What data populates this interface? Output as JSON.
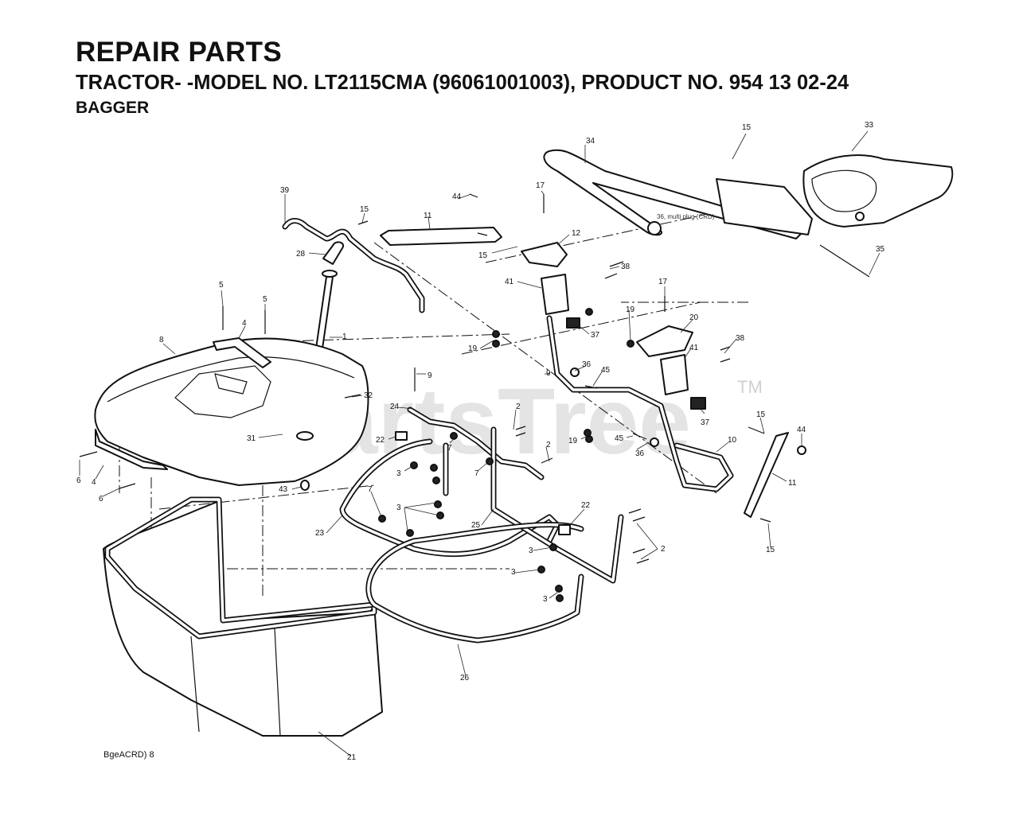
{
  "header": {
    "title": "REPAIR PARTS",
    "subtitle": "TRACTOR- -MODEL NO. LT2115CMA (96061001003), PRODUCT NO. 954 13 02-24",
    "section": "BAGGER"
  },
  "watermark": {
    "text": "PartsTree",
    "trademark": "TM"
  },
  "diagram_notes": {
    "multi_plug_label": "36, multi plug (CRD)"
  },
  "footer": {
    "page_code": "BgeACRD) 8"
  },
  "callouts": [
    {
      "id": "c-34",
      "label": "34"
    },
    {
      "id": "c-15a",
      "label": "15"
    },
    {
      "id": "c-33",
      "label": "33"
    },
    {
      "id": "c-39",
      "label": "39"
    },
    {
      "id": "c-15b",
      "label": "15"
    },
    {
      "id": "c-11a",
      "label": "11"
    },
    {
      "id": "c-44a",
      "label": "44"
    },
    {
      "id": "c-17a",
      "label": "17"
    },
    {
      "id": "c-35",
      "label": "35"
    },
    {
      "id": "c-28",
      "label": "28"
    },
    {
      "id": "c-15c",
      "label": "15"
    },
    {
      "id": "c-12",
      "label": "12"
    },
    {
      "id": "c-38a",
      "label": "38"
    },
    {
      "id": "c-41a",
      "label": "41"
    },
    {
      "id": "c-5a",
      "label": "5"
    },
    {
      "id": "c-5b",
      "label": "5"
    },
    {
      "id": "c-17b",
      "label": "17"
    },
    {
      "id": "c-4a",
      "label": "4"
    },
    {
      "id": "c-1",
      "label": "1"
    },
    {
      "id": "c-19a",
      "label": "19"
    },
    {
      "id": "c-37a",
      "label": "37"
    },
    {
      "id": "c-20",
      "label": "20"
    },
    {
      "id": "c-8",
      "label": "8"
    },
    {
      "id": "c-19b",
      "label": "19"
    },
    {
      "id": "c-41b",
      "label": "41"
    },
    {
      "id": "c-38b",
      "label": "38"
    },
    {
      "id": "c-9a",
      "label": "9"
    },
    {
      "id": "c-36a",
      "label": "36"
    },
    {
      "id": "c-45a",
      "label": "45"
    },
    {
      "id": "c-32",
      "label": "32"
    },
    {
      "id": "c-24",
      "label": "24"
    },
    {
      "id": "c-2a",
      "label": "2"
    },
    {
      "id": "c-9b",
      "label": "9"
    },
    {
      "id": "c-37b",
      "label": "37"
    },
    {
      "id": "c-15d",
      "label": "15"
    },
    {
      "id": "c-31",
      "label": "31"
    },
    {
      "id": "c-22a",
      "label": "22"
    },
    {
      "id": "c-2b",
      "label": "2"
    },
    {
      "id": "c-19c",
      "label": "19"
    },
    {
      "id": "c-45b",
      "label": "45"
    },
    {
      "id": "c-10",
      "label": "10"
    },
    {
      "id": "c-44b",
      "label": "44"
    },
    {
      "id": "c-6a",
      "label": "6"
    },
    {
      "id": "c-4b",
      "label": "4"
    },
    {
      "id": "c-3a",
      "label": "3"
    },
    {
      "id": "c-7a",
      "label": "7"
    },
    {
      "id": "c-7b",
      "label": "7"
    },
    {
      "id": "c-36b",
      "label": "36"
    },
    {
      "id": "c-6b",
      "label": "6"
    },
    {
      "id": "c-43",
      "label": "43"
    },
    {
      "id": "c-11b",
      "label": "11"
    },
    {
      "id": "c-7c",
      "label": "7"
    },
    {
      "id": "c-3b",
      "label": "3"
    },
    {
      "id": "c-23",
      "label": "23"
    },
    {
      "id": "c-25",
      "label": "25"
    },
    {
      "id": "c-22b",
      "label": "22"
    },
    {
      "id": "c-15e",
      "label": "15"
    },
    {
      "id": "c-3c",
      "label": "3"
    },
    {
      "id": "c-2c",
      "label": "2"
    },
    {
      "id": "c-3d",
      "label": "3"
    },
    {
      "id": "c-3e",
      "label": "3"
    },
    {
      "id": "c-26",
      "label": "26"
    },
    {
      "id": "c-21",
      "label": "21"
    }
  ]
}
